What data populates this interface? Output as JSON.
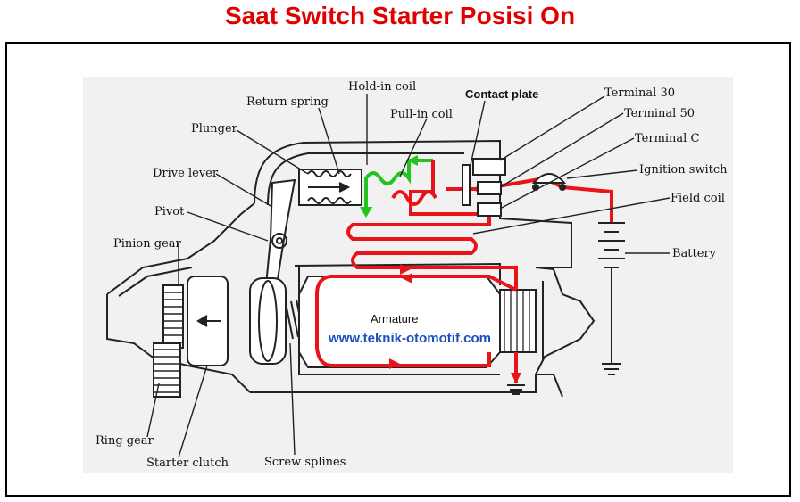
{
  "title": "Saat Switch Starter Posisi On",
  "labels": {
    "hold_in_coil": "Hold-in coil",
    "contact_plate": "Contact plate",
    "terminal_30": "Terminal 30",
    "return_spring": "Return spring",
    "pull_in_coil": "Pull-in coil",
    "terminal_50": "Terminal 50",
    "plunger": "Plunger",
    "terminal_c": "Terminal C",
    "drive_lever": "Drive lever",
    "ignition_switch": "Ignition switch",
    "field_coil": "Field coil",
    "pivot": "Pivot",
    "pinion_gear": "Pinion gear",
    "battery": "Battery",
    "armature": "Armature",
    "ring_gear": "Ring gear",
    "starter_clutch": "Starter clutch",
    "screw_splines": "Screw splines"
  },
  "watermark": "www.teknik-otomotif.com",
  "colors": {
    "title": "#e00000",
    "current_path": "#e8141a",
    "hold_in_current": "#22c41e",
    "watermark": "#1b4fbf"
  }
}
